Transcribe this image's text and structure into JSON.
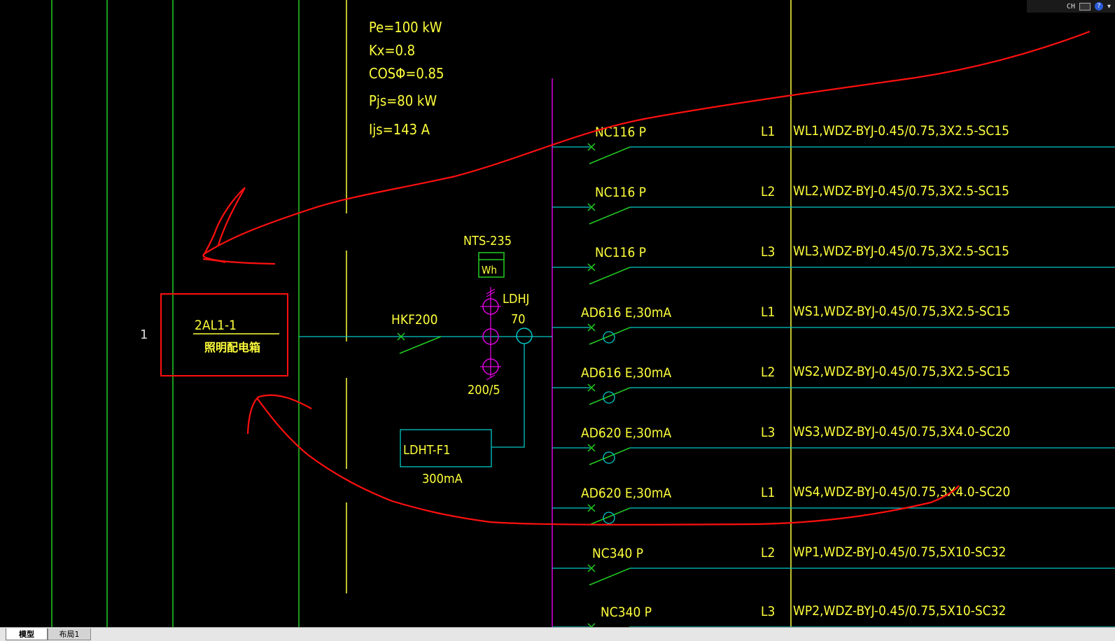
{
  "drawing": {
    "calc": [
      "Pe=100 kW",
      "Kx=0.8",
      "COSΦ=0.85",
      "Pjs=80 kW",
      "Ijs=143 A"
    ],
    "panel": {
      "number": "1",
      "code": "2AL1-1",
      "name": "照明配电箱"
    },
    "main_switch": "HKF200",
    "meter": {
      "model": "NTS-235",
      "symbol": "Wh"
    },
    "ct_ratio": "200/5",
    "leakage": {
      "sensor": "LDHJ",
      "sensor_size": "70",
      "module": "LDHT-F1",
      "current": "300mA"
    },
    "circuits": [
      {
        "breaker": "NC116 P",
        "phase": "L1",
        "cable": "WL1,WDZ-BYJ-0.45/0.75,3X2.5-SC15"
      },
      {
        "breaker": "NC116 P",
        "phase": "L2",
        "cable": "WL2,WDZ-BYJ-0.45/0.75,3X2.5-SC15"
      },
      {
        "breaker": "NC116 P",
        "phase": "L3",
        "cable": "WL3,WDZ-BYJ-0.45/0.75,3X2.5-SC15"
      },
      {
        "breaker": "AD616 E,30mA",
        "phase": "L1",
        "cable": "WS1,WDZ-BYJ-0.45/0.75,3X2.5-SC15"
      },
      {
        "breaker": "AD616 E,30mA",
        "phase": "L2",
        "cable": "WS2,WDZ-BYJ-0.45/0.75,3X2.5-SC15"
      },
      {
        "breaker": "AD620 E,30mA",
        "phase": "L3",
        "cable": "WS3,WDZ-BYJ-0.45/0.75,3X4.0-SC20"
      },
      {
        "breaker": "AD620 E,30mA",
        "phase": "L1",
        "cable": "WS4,WDZ-BYJ-0.45/0.75,3X4.0-SC20"
      },
      {
        "breaker": "NC340 P",
        "phase": "L2",
        "cable": "WP1,WDZ-BYJ-0.45/0.75,5X10-SC32"
      },
      {
        "breaker": "NC340 P",
        "phase": "L3",
        "cable": "WP2,WDZ-BYJ-0.45/0.75,5X10-SC32"
      }
    ]
  },
  "status_bar": {
    "lang": "CH",
    "help": "?",
    "more": "▾"
  },
  "tabs": {
    "model": "模型",
    "layout": "布局1"
  },
  "colors": {
    "background": "#000000",
    "line_green": "#22cc22",
    "line_yellow": "#ffff3c",
    "line_cyan": "#00c8c8",
    "line_magenta": "#e000e0",
    "markup_red": "#ff1010",
    "text_yellow": "#ffff3c"
  }
}
